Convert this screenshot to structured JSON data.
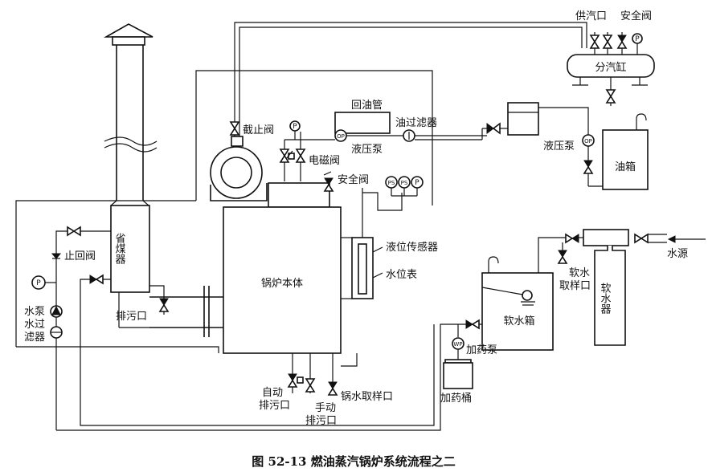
{
  "labels": {
    "steam_outlet": "供汽口",
    "safety_valve_top": "安全阀",
    "steam_header": "分汽缸",
    "stop_valve": "截止阀",
    "oil_return_pipe": "回油管",
    "oil_filter": "油过滤器",
    "hydraulic_pump_mid": "液压泵",
    "solenoid_valve": "电磁阀",
    "safety_valve_mid": "安全阀",
    "hydraulic_pump_right": "液压泵",
    "oil_tank": "油箱",
    "economizer": "省煤器",
    "check_valve": "止回阀",
    "water_pump": "水泵",
    "water_filter_1": "水过",
    "water_filter_2": "滤器",
    "blowdown": "排污口",
    "boiler_body": "锅炉本体",
    "level_sensor": "液位传感器",
    "water_gauge": "水位表",
    "water_source": "水源",
    "soft_water_sample_1": "软水",
    "soft_water_sample_2": "取样口",
    "softener": "软水器",
    "soft_water_tank": "软水箱",
    "dosing_pump": "加药泵",
    "dosing_tank": "加药桶",
    "auto_blowdown_1": "自动",
    "auto_blowdown_2": "排污口",
    "manual_blowdown_1": "手动",
    "manual_blowdown_2": "排污口",
    "boiler_water_sample": "锅水取样口",
    "p": "P",
    "ps": "PS",
    "op": "OP",
    "wp": "WP"
  },
  "caption": "图 52-13    燃油蒸汽锅炉系统流程之二"
}
